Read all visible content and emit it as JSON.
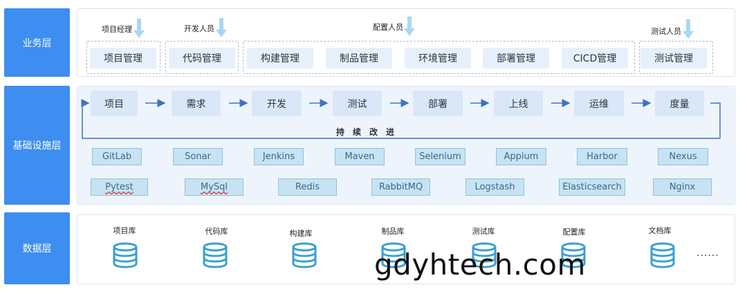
{
  "layers": {
    "business": "业务层",
    "infrastructure": "基础设施层",
    "data": "数据层"
  },
  "business": {
    "roles": [
      "项目经理",
      "开发人员",
      "配置人员",
      "测试人员"
    ],
    "boxes": [
      "项目管理",
      "代码管理",
      "构建管理",
      "制品管理",
      "环境管理",
      "部署管理",
      "CICD管理",
      "测试管理"
    ]
  },
  "infrastructure": {
    "flow": [
      "项目",
      "需求",
      "开发",
      "测试",
      "部署",
      "上线",
      "运维",
      "度量"
    ],
    "loop_label": "持续改进",
    "tools_row1": [
      "GitLab",
      "Sonar",
      "Jenkins",
      "Maven",
      "Selenium",
      "Appium",
      "Harbor",
      "Nexus"
    ],
    "tools_row2": [
      "Pytest",
      "MySql",
      "Redis",
      "RabbitMQ",
      "Logstash",
      "Elasticsearch",
      "Nginx"
    ]
  },
  "data": {
    "stores": [
      "项目库",
      "代码库",
      "构建库",
      "制品库",
      "测试库",
      "配置库",
      "文档库"
    ],
    "more": "......"
  },
  "watermark": "gdyhtech.com",
  "colors": {
    "layer_bg": "#3d8ef0",
    "box_bg": "#e6f0fb",
    "flow_bg": "#d9e7f8",
    "tool_bg": "#c7e3f3",
    "arrow": "#3b74c4",
    "down_arrow": "#a9d8f3",
    "db_icon": "#3aa0cf"
  }
}
